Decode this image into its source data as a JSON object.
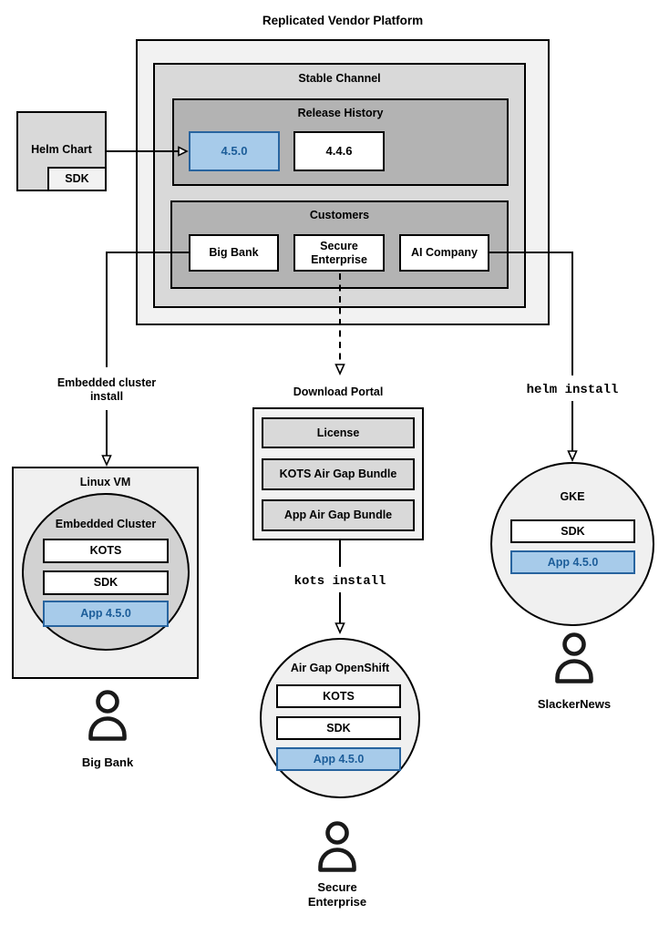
{
  "title": "Replicated Vendor Platform",
  "platform": {
    "stable_channel": {
      "label": "Stable Channel",
      "release_history": {
        "label": "Release History",
        "releases": [
          {
            "version": "4.5.0",
            "highlighted": true
          },
          {
            "version": "4.4.6",
            "highlighted": false
          }
        ]
      },
      "customers": {
        "label": "Customers",
        "items": [
          {
            "name": "Big Bank"
          },
          {
            "name": "Secure Enterprise"
          },
          {
            "name": "AI Company"
          }
        ]
      }
    }
  },
  "helm_chart": {
    "label": "Helm Chart",
    "sdk": "SDK"
  },
  "flows": {
    "embedded": {
      "arrow_label": "Embedded cluster install",
      "target": {
        "label": "Linux VM",
        "cluster_label": "Embedded Cluster",
        "components": [
          "KOTS",
          "SDK",
          "App 4.5.0"
        ]
      },
      "user": "Big Bank"
    },
    "airgap": {
      "portal": {
        "label": "Download Portal",
        "items": [
          "License",
          "KOTS Air Gap Bundle",
          "App Air Gap Bundle"
        ]
      },
      "arrow_label": "kots install",
      "target": {
        "label": "Air Gap OpenShift",
        "components": [
          "KOTS",
          "SDK",
          "App 4.5.0"
        ]
      },
      "user": "Secure Enterprise"
    },
    "helm": {
      "arrow_label": "helm install",
      "target": {
        "label": "GKE",
        "components": [
          "SDK",
          "App 4.5.0"
        ]
      },
      "user": "SlackerNews"
    }
  },
  "icons": {
    "person": "person-icon",
    "arrow": "arrow-connector"
  },
  "colors": {
    "outer_fill": "#f2f2f2",
    "mid_fill": "#d9d9d9",
    "inner_fill": "#b3b3b3",
    "circle_fill": "#d2d2d2",
    "highlight_fill": "#a7cbea",
    "highlight_border": "#28649f",
    "highlight_text": "#1c5d99",
    "line": "#000000"
  }
}
